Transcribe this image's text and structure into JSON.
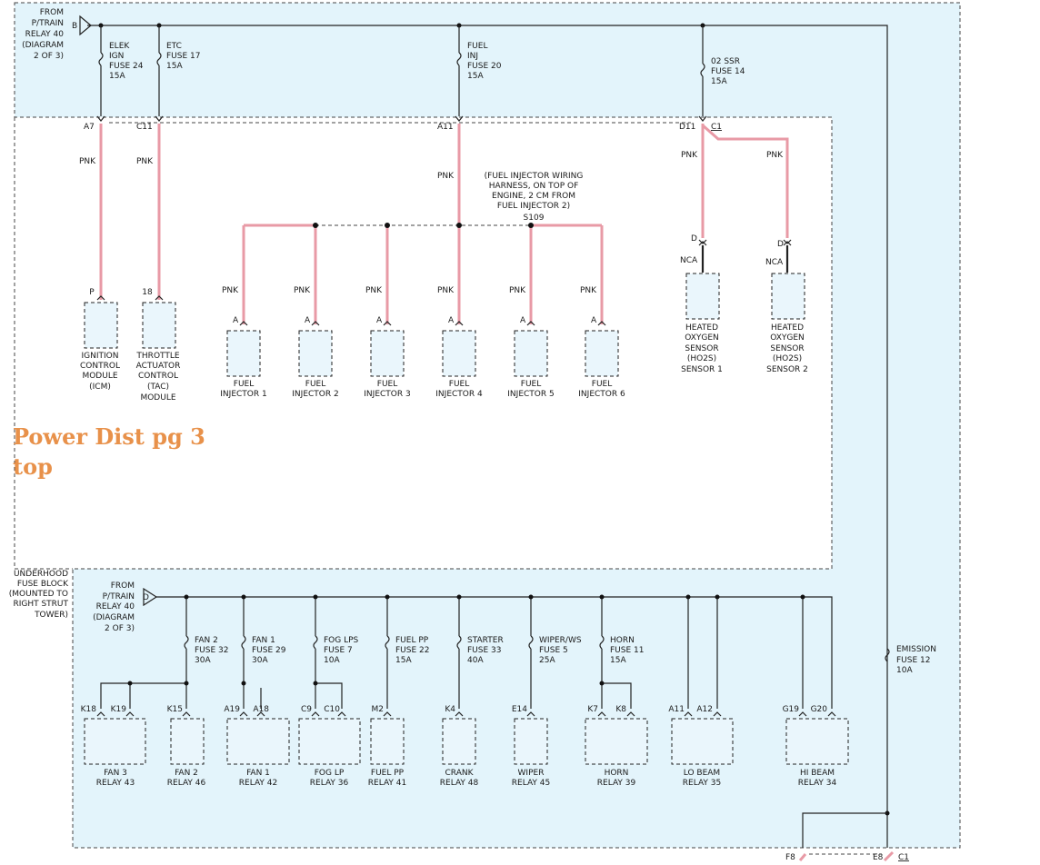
{
  "note": {
    "line1": "Power Dist pg 3",
    "line2": "top"
  },
  "top_source": {
    "lines": [
      "FROM",
      "P/TRAIN",
      "RELAY 40",
      "(DIAGRAM",
      "2 OF 3)"
    ],
    "pin": "B"
  },
  "top_fuses": [
    {
      "lines": [
        "ELEK",
        "IGN",
        "FUSE 24",
        "15A"
      ],
      "pin": "A7",
      "wire": "PNK"
    },
    {
      "lines": [
        "ETC",
        "FUSE 17",
        "15A"
      ],
      "pin": "C11",
      "wire": "PNK"
    },
    {
      "lines": [
        "FUEL",
        "INJ",
        "FUSE 20",
        "15A"
      ],
      "pin": "A11",
      "wire": "PNK"
    },
    {
      "lines": [
        "02 SSR",
        "FUSE 14",
        "15A"
      ],
      "pin": "D11",
      "pin2": "C1",
      "wire": "PNK"
    }
  ],
  "modules": [
    {
      "pin": "P",
      "lines": [
        "IGNITION",
        "CONTROL",
        "MODULE",
        "(ICM)"
      ]
    },
    {
      "pin": "18",
      "lines": [
        "THROTTLE",
        "ACTUATOR",
        "CONTROL",
        "(TAC)",
        "MODULE"
      ]
    }
  ],
  "splice": {
    "lines": [
      "(FUEL INJECTOR WIRING",
      "HARNESS, ON TOP OF",
      "ENGINE, 2 CM FROM",
      "FUEL INJECTOR 2)"
    ],
    "id": "S109"
  },
  "injectors": [
    {
      "wire": "PNK",
      "pin": "A",
      "lines": [
        "FUEL",
        "INJECTOR 1"
      ]
    },
    {
      "wire": "PNK",
      "pin": "A",
      "lines": [
        "FUEL",
        "INJECTOR 2"
      ]
    },
    {
      "wire": "PNK",
      "pin": "A",
      "lines": [
        "FUEL",
        "INJECTOR 3"
      ]
    },
    {
      "wire": "PNK",
      "pin": "A",
      "lines": [
        "FUEL",
        "INJECTOR 4"
      ]
    },
    {
      "wire": "PNK",
      "pin": "A",
      "lines": [
        "FUEL",
        "INJECTOR 5"
      ]
    },
    {
      "wire": "PNK",
      "pin": "A",
      "lines": [
        "FUEL",
        "INJECTOR 6"
      ]
    }
  ],
  "sensors": [
    {
      "wire": "PNK",
      "pin": "D",
      "lower_wire": "NCA",
      "lines": [
        "HEATED",
        "OXYGEN",
        "SENSOR",
        "(HO2S)",
        "SENSOR 1"
      ]
    },
    {
      "wire": "PNK",
      "pin": "D",
      "lower_wire": "NCA",
      "lines": [
        "HEATED",
        "OXYGEN",
        "SENSOR",
        "(HO2S)",
        "SENSOR 2"
      ]
    }
  ],
  "underhood": {
    "lines": [
      "UNDERHOOD",
      "FUSE BLOCK",
      "(MOUNTED TO",
      "RIGHT STRUT",
      "TOWER)"
    ]
  },
  "bottom_source": {
    "lines": [
      "FROM",
      "P/TRAIN",
      "RELAY 40",
      "(DIAGRAM",
      "2 OF 3)"
    ],
    "pin": "D"
  },
  "bottom_fuses": [
    {
      "lines": [
        "FAN 2",
        "FUSE 32",
        "30A"
      ]
    },
    {
      "lines": [
        "FAN 1",
        "FUSE 29",
        "30A"
      ]
    },
    {
      "lines": [
        "FOG LPS",
        "FUSE 7",
        "10A"
      ]
    },
    {
      "lines": [
        "FUEL PP",
        "FUSE 22",
        "15A"
      ]
    },
    {
      "lines": [
        "STARTER",
        "FUSE 33",
        "40A"
      ]
    },
    {
      "lines": [
        "WIPER/WS",
        "FUSE 5",
        "25A"
      ]
    },
    {
      "lines": [
        "HORN",
        "FUSE 11",
        "15A"
      ]
    }
  ],
  "emission_fuse": {
    "lines": [
      "EMISSION",
      "FUSE 12",
      "10A"
    ]
  },
  "relays": [
    {
      "pins": [
        "K18",
        "K19"
      ],
      "lines": [
        "FAN 3",
        "RELAY 43"
      ]
    },
    {
      "pins": [
        "K15"
      ],
      "lines": [
        "FAN 2",
        "RELAY 46"
      ]
    },
    {
      "pins": [
        "A19",
        "A18"
      ],
      "lines": [
        "FAN 1",
        "RELAY 42"
      ]
    },
    {
      "pins": [
        "C9",
        "C10"
      ],
      "lines": [
        "FOG LP",
        "RELAY 36"
      ]
    },
    {
      "pins": [
        "M2"
      ],
      "lines": [
        "FUEL PP",
        "RELAY 41"
      ]
    },
    {
      "pins": [
        "K4"
      ],
      "lines": [
        "CRANK",
        "RELAY 48"
      ]
    },
    {
      "pins": [
        "E14"
      ],
      "lines": [
        "WIPER",
        "RELAY 45"
      ]
    },
    {
      "pins": [
        "K7",
        "K8"
      ],
      "lines": [
        "HORN",
        "RELAY 39"
      ]
    },
    {
      "pins": [
        "A11",
        "A12"
      ],
      "lines": [
        "LO BEAM",
        "RELAY 35"
      ]
    },
    {
      "pins": [
        "G19",
        "G20"
      ],
      "lines": [
        "HI BEAM",
        "RELAY 34"
      ]
    }
  ],
  "bottom_pins": {
    "left": "F8",
    "right": "E8",
    "right2": "C1"
  }
}
